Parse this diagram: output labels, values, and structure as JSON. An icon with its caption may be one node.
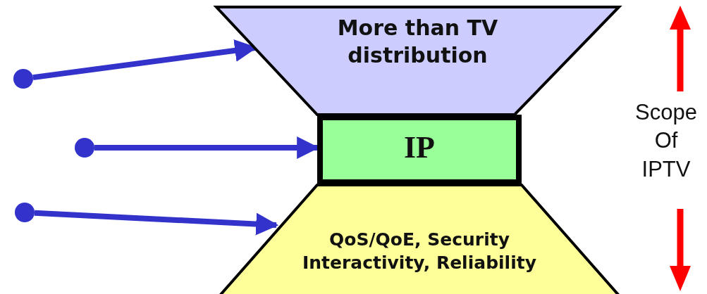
{
  "diagram": {
    "nodes": [
      {
        "text": [
          "More than TV distribution"
        ]
      },
      {
        "text": [
          "IP"
        ]
      },
      {
        "text": [
          "QoS/QoE, Security Interactivity, Reliability"
        ]
      },
      {
        "text": [],
        "shape": "circle"
      },
      {
        "text": [],
        "shape": "circle"
      },
      {
        "text": [],
        "shape": "circle"
      }
    ],
    "edges": [
      {
        "from": 3,
        "to": 0,
        "arrow": "to"
      },
      {
        "from": 4,
        "to": 1,
        "arrow": "to"
      },
      {
        "from": 5,
        "to": 2,
        "arrow": "to"
      }
    ],
    "labels": [
      "Scope Of IPTV"
    ]
  }
}
